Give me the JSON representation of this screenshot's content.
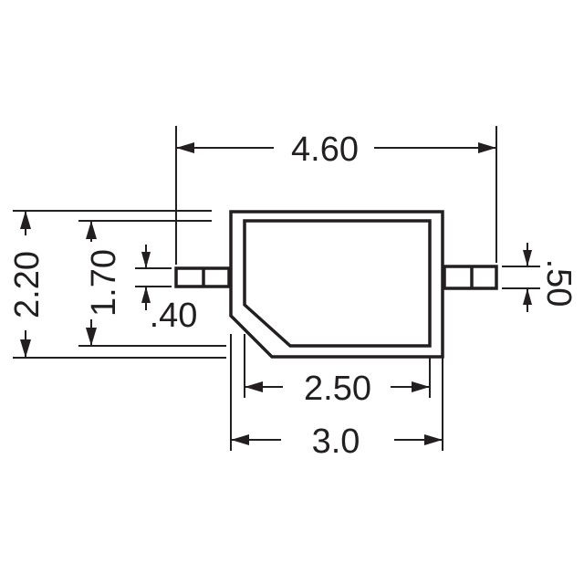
{
  "dimensions": {
    "overall_length": "4.60",
    "overall_height": "2.20",
    "body_inner_height": "1.70",
    "left_lead_thickness": ".40",
    "right_lead_thickness": ".50",
    "body_inner_width": "2.50",
    "body_width": "3.0"
  },
  "colors": {
    "ink": "#231f20",
    "background": "#ffffff"
  }
}
